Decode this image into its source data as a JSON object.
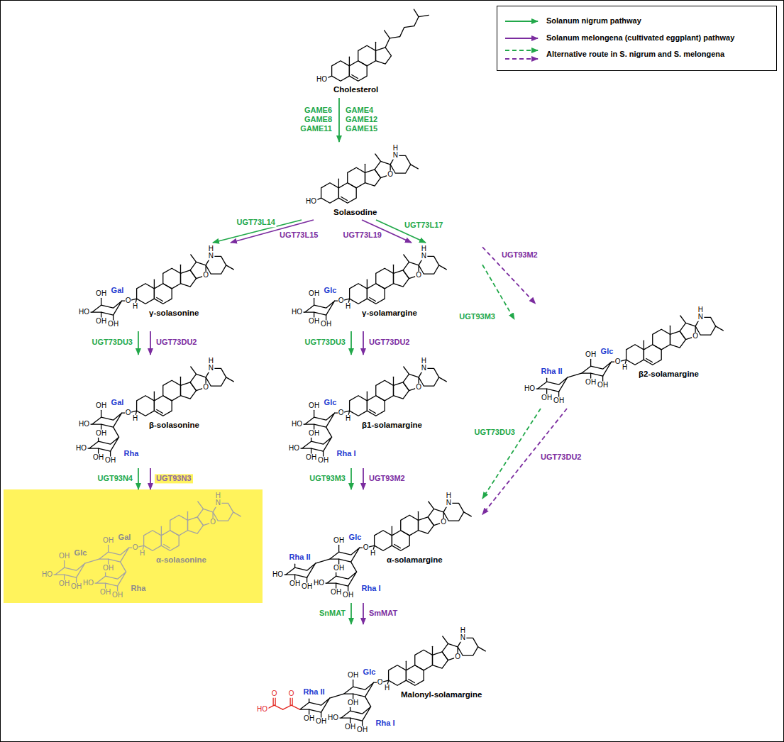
{
  "diagram": {
    "nodes": [
      {
        "text": [
          "Cholesterol"
        ]
      },
      {
        "text": [
          "Solasodine"
        ]
      },
      {
        "text": [
          "γ-solasonine"
        ]
      },
      {
        "text": [
          "γ-solamargine"
        ]
      },
      {
        "text": [
          "β-solasonine"
        ]
      },
      {
        "text": [
          "β1-solamargine"
        ]
      },
      {
        "text": [
          "β2-solamargine"
        ]
      },
      {
        "text": [
          "α-solasonine"
        ]
      },
      {
        "text": [
          "α-solamargine"
        ]
      },
      {
        "text": [
          "Malonyl-solamargine"
        ]
      }
    ],
    "edges": [
      {
        "from": 0,
        "to": 1,
        "label": "GAME6 GAME8 GAME11",
        "arrow": "to"
      },
      {
        "from": 1,
        "to": 2,
        "label": "UGT73L14",
        "arrow": "to"
      },
      {
        "from": 1,
        "to": 2,
        "label": "UGT73L15",
        "arrow": "to"
      },
      {
        "from": 1,
        "to": 3,
        "label": "UGT73L17",
        "arrow": "to"
      },
      {
        "from": 1,
        "to": 3,
        "label": "UGT73L19",
        "arrow": "to"
      },
      {
        "from": 2,
        "to": 4,
        "label": "UGT73DU3",
        "arrow": "to"
      },
      {
        "from": 2,
        "to": 4,
        "label": "UGT73DU2",
        "arrow": "to"
      },
      {
        "from": 3,
        "to": 5,
        "label": "UGT73DU3",
        "arrow": "to"
      },
      {
        "from": 3,
        "to": 5,
        "label": "UGT73DU2",
        "arrow": "to"
      },
      {
        "from": 3,
        "to": 6,
        "label": "UGT93M3",
        "arrow": "to"
      },
      {
        "from": 3,
        "to": 6,
        "label": "UGT93M2",
        "arrow": "to"
      },
      {
        "from": 4,
        "to": 7,
        "label": "UGT93N4",
        "arrow": "to"
      },
      {
        "from": 4,
        "to": 7,
        "label": "UGT93N3",
        "arrow": "to"
      },
      {
        "from": 5,
        "to": 8,
        "label": "UGT93M3",
        "arrow": "to"
      },
      {
        "from": 5,
        "to": 8,
        "label": "UGT93M2",
        "arrow": "to"
      },
      {
        "from": 6,
        "to": 8,
        "label": "UGT73DU3",
        "arrow": "to"
      },
      {
        "from": 6,
        "to": 8,
        "label": "UGT73DU2",
        "arrow": "to"
      },
      {
        "from": 8,
        "to": 9,
        "label": "SnMAT",
        "arrow": "to"
      },
      {
        "from": 8,
        "to": 9,
        "label": "SmMAT",
        "arrow": "to"
      }
    ],
    "labels": [
      "GAME4 GAME12 GAME15",
      "HO",
      "H",
      "N",
      "O",
      "HO",
      "H",
      "N",
      "O",
      "O",
      "H",
      "Gal",
      "OH",
      "HO",
      "OH",
      "OH",
      "H",
      "N",
      "O",
      "O",
      "H",
      "Glc",
      "OH",
      "HO",
      "OH",
      "OH",
      "H",
      "N",
      "O",
      "O",
      "H",
      "Gal",
      "OH",
      "HO",
      "OH",
      "Rha",
      "HO",
      "OH",
      "OH",
      "H",
      "N",
      "O",
      "O",
      "H",
      "Glc",
      "OH",
      "HO",
      "OH",
      "Rha I",
      "HO",
      "OH",
      "OH",
      "H",
      "N",
      "O",
      "O",
      "H",
      "Glc",
      "OH",
      "OH",
      "OH",
      "Rha II",
      "HO",
      "OH",
      "OH",
      "H",
      "N",
      "O",
      "O",
      "H",
      "Gal",
      "OH",
      "OH",
      "Rha",
      "HO",
      "OH",
      "OH",
      "Glc",
      "OH",
      "HO",
      "OH",
      "OH",
      "H",
      "N",
      "O",
      "O",
      "H",
      "Glc",
      "OH",
      "OH",
      "Rha I",
      "HO",
      "OH",
      "OH",
      "Rha II",
      "HO",
      "OH",
      "OH",
      "H",
      "N",
      "O",
      "O",
      "H",
      "Glc",
      "OH",
      "OH",
      "Rha I",
      "HO",
      "OH",
      "OH",
      "Rha II",
      "OH",
      "OH",
      "HO",
      "O",
      "O"
    ],
    "legend": [
      {
        "text": "Solanum nigrum pathway"
      },
      {
        "text": "Solanum melongena (cultivated eggplant) pathway"
      },
      {
        "text": "Alternative route in S. nigrum and S. melongena"
      }
    ]
  }
}
